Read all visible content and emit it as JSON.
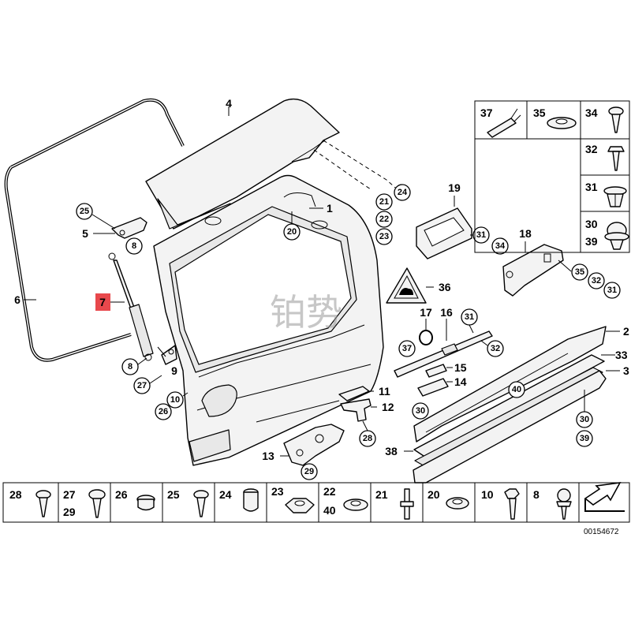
{
  "watermark_text": "铂势",
  "diagram_number": "00154672",
  "highlight_color": "#e8484c",
  "callouts": {
    "c4": "4",
    "c1": "1",
    "c6": "6",
    "c5": "5",
    "c7": "7",
    "c9": "9",
    "c11": "11",
    "c12": "12",
    "c13": "13",
    "c14": "14",
    "c15": "15",
    "c16": "16",
    "c17": "17",
    "c18": "18",
    "c19": "19",
    "c36": "36",
    "c38": "38",
    "c2": "2",
    "c33": "33",
    "c3": "3"
  },
  "circled": {
    "n25": "25",
    "n8a": "8",
    "n8b": "8",
    "n27": "27",
    "n26": "26",
    "n10": "10",
    "n20": "20",
    "n21": "21",
    "n22": "22",
    "n23": "23",
    "n24": "24",
    "n31a": "31",
    "n34": "34",
    "n35": "35",
    "n32a": "32",
    "n31b": "31",
    "n37": "37",
    "n31c": "31",
    "n32b": "32",
    "n40": "40",
    "n30": "30",
    "n30b": "30",
    "n39": "39",
    "n28": "28",
    "n29": "29"
  },
  "side_table": [
    {
      "label": "37",
      "icon": "wire-connector-icon"
    },
    {
      "label": "35",
      "icon": "grommet-icon"
    },
    {
      "label": "34",
      "icon": "screw-icon"
    },
    {
      "label": "32",
      "icon": "screw-icon"
    },
    {
      "label": "31",
      "icon": "expanding-clip-icon"
    },
    {
      "label": "30",
      "label2": "39",
      "icon": "push-clip-icon"
    }
  ],
  "bottom_table": [
    {
      "label": "28",
      "icon": "screw-icon"
    },
    {
      "label": "27",
      "label2": "29",
      "icon": "screw-icon"
    },
    {
      "label": "26",
      "icon": "bushing-icon"
    },
    {
      "label": "25",
      "icon": "screw-icon"
    },
    {
      "label": "24",
      "icon": "rubber-buffer-icon"
    },
    {
      "label": "23",
      "icon": "hex-nut-icon"
    },
    {
      "label": "22",
      "label2": "40",
      "icon": "washer-icon"
    },
    {
      "label": "21",
      "icon": "stud-icon"
    },
    {
      "label": "20",
      "icon": "grommet-icon"
    },
    {
      "label": "10",
      "icon": "hex-bolt-icon"
    },
    {
      "label": "8",
      "icon": "ball-stud-icon"
    },
    {
      "label": "",
      "icon": "arrow-icon"
    }
  ]
}
